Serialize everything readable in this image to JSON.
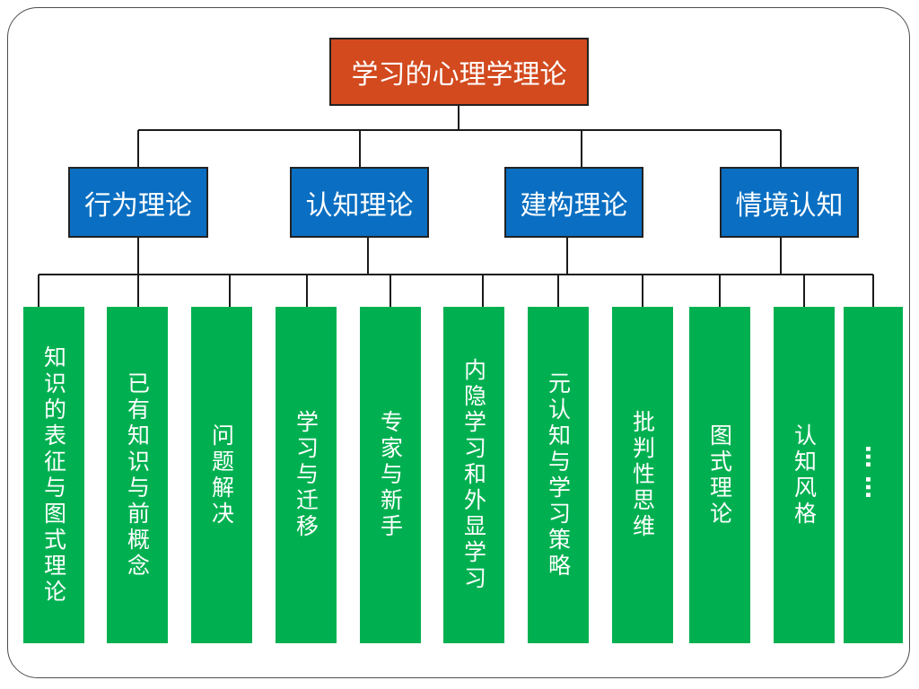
{
  "root": {
    "label": "学习的心理学理论"
  },
  "categories": [
    {
      "label": "行为理论"
    },
    {
      "label": "认知理论"
    },
    {
      "label": "建构理论"
    },
    {
      "label": "情境认知"
    }
  ],
  "topics": [
    {
      "label": "知识的表征与图式理论"
    },
    {
      "label": "已有知识与前概念"
    },
    {
      "label": "问题解决"
    },
    {
      "label": "学习与迁移"
    },
    {
      "label": "专家与新手"
    },
    {
      "label": "内隐学习和外显学习"
    },
    {
      "label": "元认知与学习策略"
    },
    {
      "label": "批判性思维"
    },
    {
      "label": "图式理论"
    },
    {
      "label": "认知风格"
    },
    {
      "label": "……"
    }
  ],
  "colors": {
    "root": "#d24a1e",
    "category": "#0a6fc2",
    "topic": "#00b050",
    "line": "#1a1a1a"
  }
}
